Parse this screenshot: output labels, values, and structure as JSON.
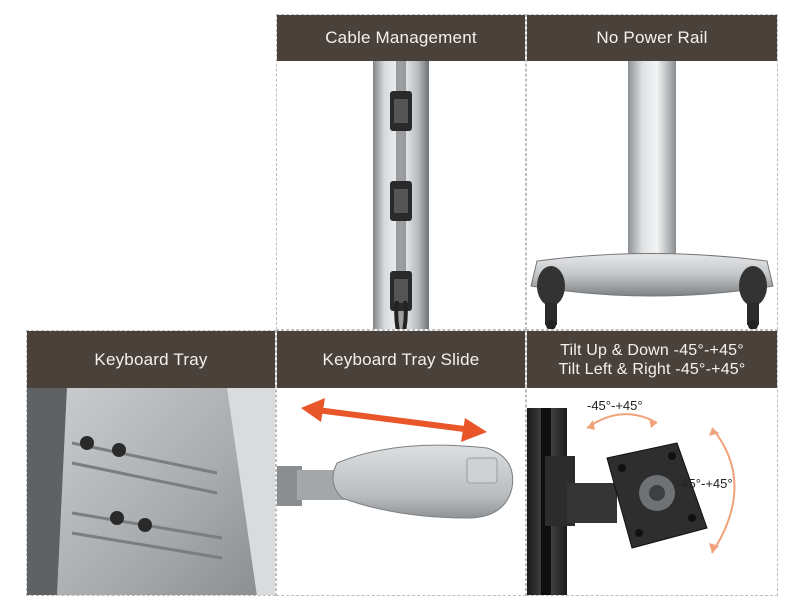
{
  "panels": {
    "cable_management": {
      "title": "Cable Management"
    },
    "no_power_rail": {
      "title": "No Power Rail"
    },
    "keyboard_tray": {
      "title": "Keyboard Tray"
    },
    "keyboard_tray_slide": {
      "title": "Keyboard Tray Slide"
    },
    "tilt": {
      "title_line1": "Tilt Up & Down -45°-+45°",
      "title_line2": "Tilt Left & Right -45°-+45°",
      "arc_label_top": "-45°-+45°",
      "arc_label_side": "-45°-+45°"
    }
  },
  "colors": {
    "header_bg": "#4a413b",
    "header_text": "#f4f1ee",
    "arrow": "#e8562a",
    "arc": "#f0a27a"
  }
}
